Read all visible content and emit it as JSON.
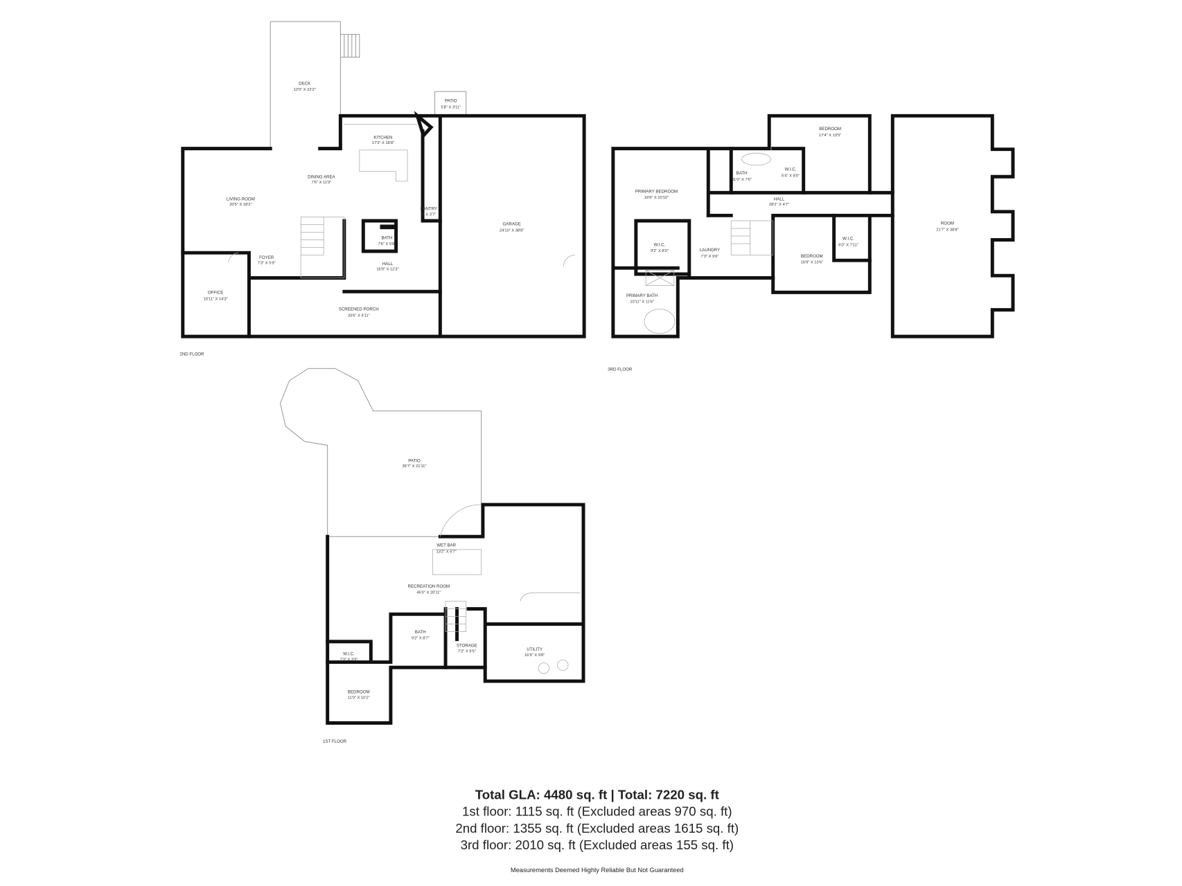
{
  "floors": {
    "second": {
      "label": "2ND FLOOR",
      "rooms": [
        {
          "name": "DECK",
          "dim": "12'0\" X 22'2\""
        },
        {
          "name": "PATIO",
          "dim": "5'8\" X 3'11\""
        },
        {
          "name": "KITCHEN",
          "dim": "17'3\" X 18'8\""
        },
        {
          "name": "DINING AREA",
          "dim": "7'6\" X 11'9\""
        },
        {
          "name": "LIVING ROOM",
          "dim": "20'5\" X 18'2\""
        },
        {
          "name": "PANTRY",
          "dim": "3' X 3'7\""
        },
        {
          "name": "GARAGE",
          "dim": "24'10\" X 38'8\""
        },
        {
          "name": "BATH",
          "dim": "7'6\" X 5'8\""
        },
        {
          "name": "HALL",
          "dim": "16'9\" X 12'3\""
        },
        {
          "name": "FOYER",
          "dim": "7'3\" X 5'9\""
        },
        {
          "name": "OFFICE",
          "dim": "10'11\" X 14'3\""
        },
        {
          "name": "SCREENED PORCH",
          "dim": "33'6\" X 9'11\""
        }
      ]
    },
    "third": {
      "label": "3RD FLOOR",
      "rooms": [
        {
          "name": "PRIMARY BEDROOM",
          "dim": "16'6\" X 20'10\""
        },
        {
          "name": "BATH",
          "dim": "11'0\" X 7'6\""
        },
        {
          "name": "W.I.C.",
          "dim": "5'4\" X 8'0\""
        },
        {
          "name": "BEDROOM",
          "dim": "17'4\" X 13'5\""
        },
        {
          "name": "HALL",
          "dim": "28'2\" X 4'7\""
        },
        {
          "name": "ROOM",
          "dim": "21'7\" X 38'8\""
        },
        {
          "name": "W.I.C.",
          "dim": "9'2\" X 8'0\""
        },
        {
          "name": "LAUNDRY",
          "dim": "7'3\" X 9'6\""
        },
        {
          "name": "BEDROOM",
          "dim": "16'9\" X 13'6\""
        },
        {
          "name": "W.I.C.",
          "dim": "6'0\" X 7'11\""
        },
        {
          "name": "PRIMARY BATH",
          "dim": "10'11\" X 11'6\""
        }
      ]
    },
    "first": {
      "label": "1ST FLOOR",
      "rooms": [
        {
          "name": "PATIO",
          "dim": "35'7\" X 21'11\""
        },
        {
          "name": "WET BAR",
          "dim": "13'2\" X 6'7\""
        },
        {
          "name": "RECREATION ROOM",
          "dim": "45'0\" X 20'11\""
        },
        {
          "name": "BATH",
          "dim": "9'2\" X 8'7\""
        },
        {
          "name": "STORAGE",
          "dim": "7'2\" X 9'5\""
        },
        {
          "name": "UTILITY",
          "dim": "16'9\" X 9'8\""
        },
        {
          "name": "W.I.C.",
          "dim": "7'3\" X 3'9\""
        },
        {
          "name": "BEDROOM",
          "dim": "11'0\" X 10'2\""
        }
      ]
    }
  },
  "summary": {
    "total": "Total GLA: 4480 sq. ft | Total: 7220 sq. ft",
    "first": "1st floor: 1115 sq. ft (Excluded areas 970 sq. ft)",
    "second": "2nd floor: 1355 sq. ft (Excluded areas 1615 sq. ft)",
    "third": "3rd floor: 2010 sq. ft (Excluded areas 155 sq. ft)",
    "disclaimer": "Measurements Deemed Highly Reliable But Not Guaranteed"
  }
}
